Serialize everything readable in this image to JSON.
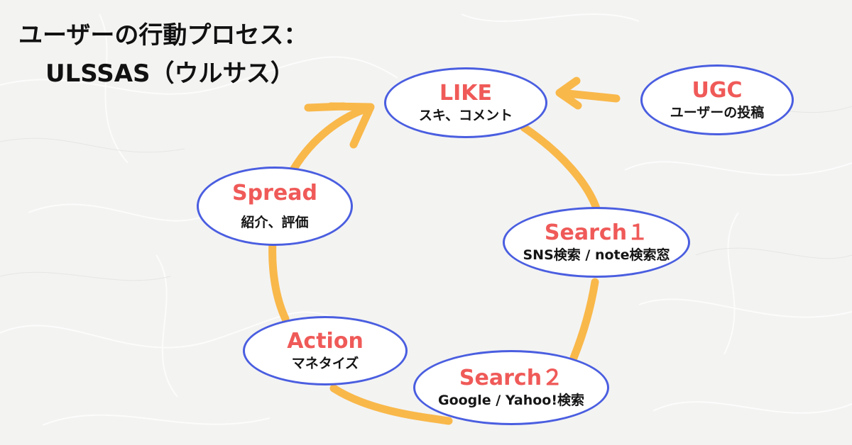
{
  "title": {
    "line1": "ユーザーの行動プロセス：",
    "line2": "ULSSAS（ウルサス）"
  },
  "nodes": {
    "like": {
      "label": "LIKE",
      "sub": "スキ、コメント"
    },
    "ugc": {
      "label": "UGC",
      "sub": "ユーザーの投稿"
    },
    "spread": {
      "label": "Spread",
      "sub": "紹介、評価"
    },
    "search1": {
      "label": "Search１",
      "sub": "SNS検索 / note検索窓"
    },
    "action": {
      "label": "Action",
      "sub": "マネタイズ"
    },
    "search2": {
      "label": "Search２",
      "sub": "Google / Yahoo!検索"
    }
  },
  "colors": {
    "background": "#f3f3f2",
    "arrow": "#f9b84a",
    "node_border": "#4a5ee0",
    "label": "#ef5a58",
    "text": "#151515"
  }
}
